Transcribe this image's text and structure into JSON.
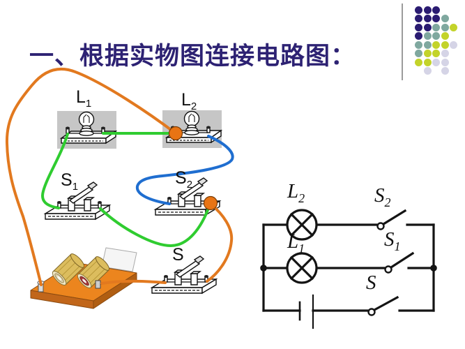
{
  "title": "一、根据实物图连接电路图：",
  "colors": {
    "title_text": "#2d2273",
    "wire_orange": "#e2791f",
    "wire_green": "#2fcc30",
    "wire_blue": "#1f6ed0",
    "connector_dot": "#e87414",
    "connector_dot_edge": "#7a3c06",
    "battery_board": "#ec851e",
    "battery_board_side": "#c1661a",
    "battery_cell_body": "#dcbd5e",
    "lamp_base_gray": "#c6c6c6",
    "schematic_ink": "#141414"
  },
  "decoration": {
    "palette": {
      "navy": "#2a1b71",
      "teal": "#7fa89f",
      "yellow": "#c3d32a",
      "lavender": "#d5d4e6"
    },
    "rows": [
      [
        "navy",
        "navy",
        "navy"
      ],
      [
        "navy",
        "navy",
        "navy",
        "teal"
      ],
      [
        "navy",
        "navy",
        "teal",
        "teal",
        "yellow"
      ],
      [
        "navy",
        "teal",
        "teal",
        "yellow"
      ],
      [
        "teal",
        "teal",
        "yellow",
        "yellow",
        "lavender"
      ],
      [
        "teal",
        "yellow",
        "yellow",
        "lavender"
      ],
      [
        "yellow",
        "yellow",
        "lavender",
        "lavender"
      ],
      [
        null,
        "lavender",
        null,
        "lavender"
      ]
    ]
  },
  "physical": {
    "lamp1_label": {
      "letter": "L",
      "sub": "1"
    },
    "lamp2_label": {
      "letter": "L",
      "sub": "2"
    },
    "switch1_label": {
      "letter": "S",
      "sub": "1"
    },
    "switch2_label": {
      "letter": "S",
      "sub": "2"
    },
    "main_switch_label": {
      "letter": "S",
      "sub": ""
    }
  },
  "schematic": {
    "lamp2_label": {
      "letter": "L",
      "sub": "2"
    },
    "lamp1_label": {
      "letter": "L",
      "sub": "1"
    },
    "switch2_label": {
      "letter": "S",
      "sub": "2"
    },
    "switch1_label": {
      "letter": "S",
      "sub": "1"
    },
    "main_switch_label": {
      "letter": "S",
      "sub": ""
    }
  }
}
